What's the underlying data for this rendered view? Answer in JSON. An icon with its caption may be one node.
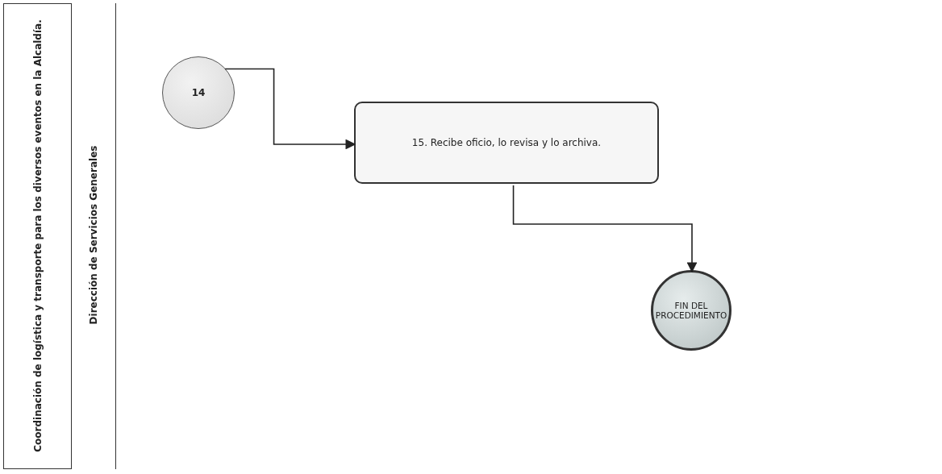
{
  "diagram": {
    "nodes": [
      {
        "text": [
          "Coordinación de logística y transporte para los diversos eventos en la Alcaldía."
        ]
      },
      {
        "text": [
          "Dirección de Servicios Generales"
        ],
        "in": 0
      },
      {
        "text": [
          "14"
        ],
        "in": 1
      },
      {
        "text": [
          "15. Recibe oficio, lo revisa y lo archiva."
        ],
        "in": 1
      },
      {
        "text": [
          "FIN DEL PROCEDIMIENTO"
        ],
        "in": 1
      }
    ],
    "edges": [
      {
        "from": 2,
        "to": 3,
        "arrow": "to"
      },
      {
        "from": 3,
        "to": 4,
        "arrow": "to"
      }
    ]
  }
}
